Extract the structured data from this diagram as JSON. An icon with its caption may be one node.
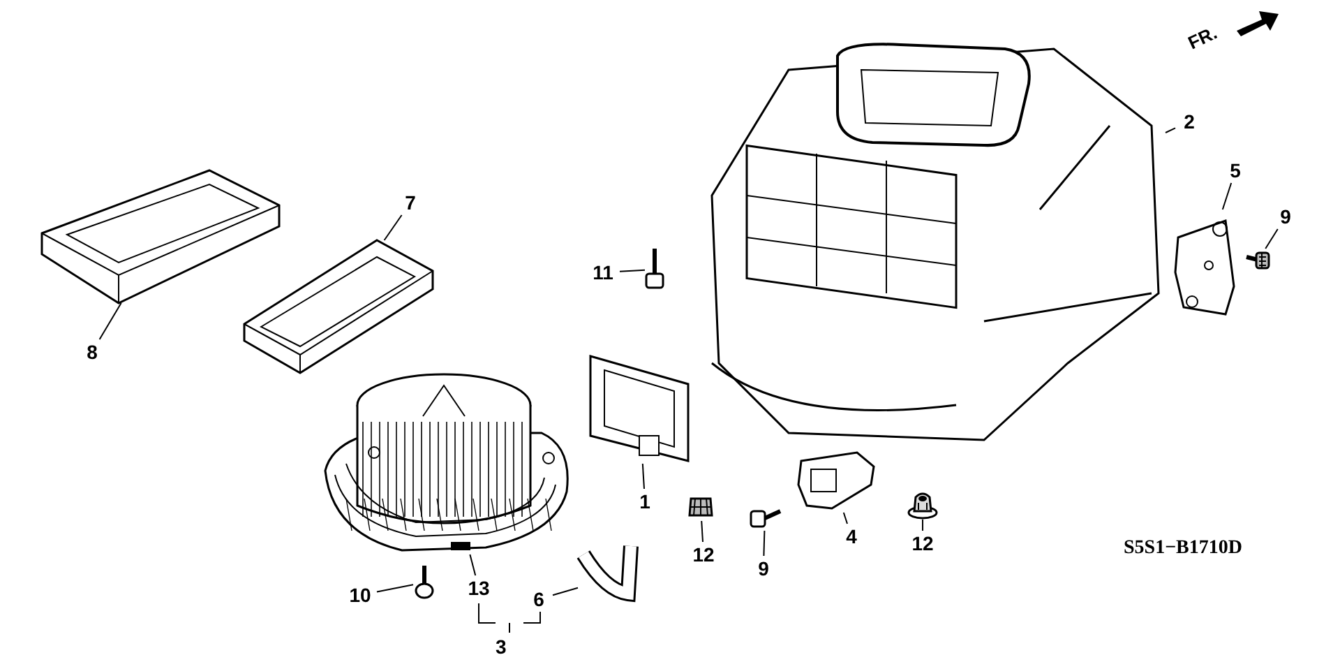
{
  "diagram": {
    "nodes": [
      {
        "text": [
          "2"
        ]
      },
      {
        "text": [],
        "shape": "picture"
      },
      {
        "text": [
          "5"
        ]
      },
      {
        "text": [],
        "shape": "picture"
      },
      {
        "text": [
          "9"
        ]
      },
      {
        "text": [],
        "shape": "picture"
      },
      {
        "text": [
          "7"
        ]
      },
      {
        "text": [],
        "shape": "picture"
      },
      {
        "text": [
          "8"
        ]
      },
      {
        "text": [],
        "shape": "picture"
      },
      {
        "text": [
          "11"
        ]
      },
      {
        "text": [],
        "shape": "picture"
      },
      {
        "text": [
          "1"
        ]
      },
      {
        "text": [],
        "shape": "picture"
      },
      {
        "text": [
          "13"
        ]
      },
      {
        "text": [],
        "shape": "picture"
      },
      {
        "text": [
          "6"
        ]
      },
      {
        "text": [],
        "shape": "picture"
      },
      {
        "text": [
          "10"
        ]
      },
      {
        "text": [],
        "shape": "picture"
      },
      {
        "text": [
          "12"
        ]
      },
      {
        "text": [],
        "shape": "picture"
      },
      {
        "text": [
          "9"
        ]
      },
      {
        "text": [],
        "shape": "picture"
      },
      {
        "text": [
          "4"
        ]
      },
      {
        "text": [],
        "shape": "picture"
      },
      {
        "text": [
          "12"
        ]
      },
      {
        "text": [],
        "shape": "picture"
      }
    ],
    "edges": [
      {
        "from": 0,
        "to": 1,
        "arrow": "none"
      },
      {
        "from": 2,
        "to": 3,
        "arrow": "none"
      },
      {
        "from": 4,
        "to": 5,
        "arrow": "none"
      },
      {
        "from": 6,
        "to": 7,
        "arrow": "none"
      },
      {
        "from": 8,
        "to": 9,
        "arrow": "none"
      },
      {
        "from": 10,
        "to": 11,
        "arrow": "none"
      },
      {
        "from": 12,
        "to": 13,
        "arrow": "none"
      },
      {
        "from": 14,
        "to": 15,
        "arrow": "none"
      },
      {
        "from": 16,
        "to": 17,
        "arrow": "none"
      },
      {
        "from": 18,
        "to": 19,
        "arrow": "none"
      },
      {
        "from": 20,
        "to": 21,
        "arrow": "none"
      },
      {
        "from": 22,
        "to": 23,
        "arrow": "none"
      },
      {
        "from": 24,
        "to": 25,
        "arrow": "none"
      },
      {
        "from": 26,
        "to": 27,
        "arrow": "none"
      }
    ],
    "labels": [
      "FR.",
      "3",
      "S5S1−B1710D"
    ]
  }
}
